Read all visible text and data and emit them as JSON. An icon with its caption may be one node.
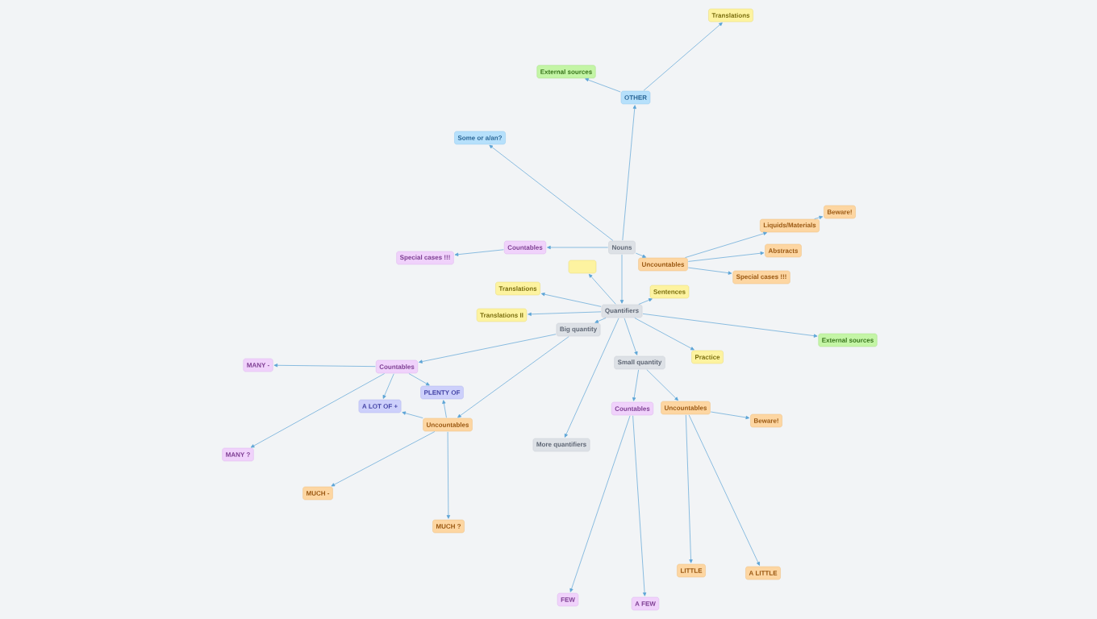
{
  "diagram": {
    "nodes": [
      {
        "text": [
          "Translations"
        ]
      },
      {
        "text": [
          "External sources"
        ]
      },
      {
        "text": [
          "OTHER"
        ]
      },
      {
        "text": [
          "Some or a/an?"
        ]
      },
      {
        "text": [
          "Nouns"
        ]
      },
      {
        "text": [
          "Countables"
        ]
      },
      {
        "text": [
          "Special cases !!!"
        ]
      },
      {
        "text": [
          "Beware!"
        ]
      },
      {
        "text": [
          "Liquids/Materials"
        ]
      },
      {
        "text": [
          "Abstracts"
        ]
      },
      {
        "text": [
          "Uncountables"
        ]
      },
      {
        "text": [
          "Special cases !!!"
        ]
      },
      {
        "text": [],
        "shape": "box"
      },
      {
        "text": [
          "Translations"
        ]
      },
      {
        "text": [
          "Sentences"
        ]
      },
      {
        "text": [
          "Quantifiers"
        ]
      },
      {
        "text": [
          "Translations II"
        ]
      },
      {
        "text": [
          "Big quantity"
        ]
      },
      {
        "text": [
          "External sources"
        ]
      },
      {
        "text": [
          "Practice"
        ]
      },
      {
        "text": [
          "Small quantity"
        ]
      },
      {
        "text": [
          "MANY -"
        ]
      },
      {
        "text": [
          "Countables"
        ]
      },
      {
        "text": [
          "PLENTY OF"
        ]
      },
      {
        "text": [
          "A LOT OF +"
        ]
      },
      {
        "text": [
          "Countables"
        ]
      },
      {
        "text": [
          "Uncountables"
        ]
      },
      {
        "text": [
          "Beware!"
        ]
      },
      {
        "text": [
          "Uncountables"
        ]
      },
      {
        "text": [
          "More quantifiers"
        ]
      },
      {
        "text": [
          "MANY ?"
        ]
      },
      {
        "text": [
          "MUCH -"
        ]
      },
      {
        "text": [
          "MUCH ?"
        ]
      },
      {
        "text": [
          "LITTLE"
        ]
      },
      {
        "text": [
          "A LITTLE"
        ]
      },
      {
        "text": [
          "FEW"
        ]
      },
      {
        "text": [
          "A FEW"
        ]
      }
    ],
    "edges": [
      {
        "from": 2,
        "to": 0,
        "arrow": "to"
      },
      {
        "from": 2,
        "to": 1,
        "arrow": "to"
      },
      {
        "from": 4,
        "to": 2,
        "arrow": "to"
      },
      {
        "from": 4,
        "to": 3,
        "arrow": "to"
      },
      {
        "from": 4,
        "to": 5,
        "arrow": "to"
      },
      {
        "from": 5,
        "to": 6,
        "arrow": "to"
      },
      {
        "from": 4,
        "to": 10,
        "arrow": "to"
      },
      {
        "from": 10,
        "to": 8,
        "arrow": "to"
      },
      {
        "from": 8,
        "to": 7,
        "arrow": "to"
      },
      {
        "from": 10,
        "to": 9,
        "arrow": "to"
      },
      {
        "from": 10,
        "to": 11,
        "arrow": "to"
      },
      {
        "from": 4,
        "to": 15,
        "arrow": "to"
      },
      {
        "from": 15,
        "to": 12,
        "arrow": "to"
      },
      {
        "from": 15,
        "to": 13,
        "arrow": "to"
      },
      {
        "from": 15,
        "to": 14,
        "arrow": "to"
      },
      {
        "from": 15,
        "to": 16,
        "arrow": "to"
      },
      {
        "from": 15,
        "to": 17,
        "arrow": "to"
      },
      {
        "from": 15,
        "to": 18,
        "arrow": "to"
      },
      {
        "from": 15,
        "to": 19,
        "arrow": "to"
      },
      {
        "from": 15,
        "to": 20,
        "arrow": "to"
      },
      {
        "from": 15,
        "to": 29,
        "arrow": "to"
      },
      {
        "from": 17,
        "to": 22,
        "arrow": "to"
      },
      {
        "from": 17,
        "to": 28,
        "arrow": "to"
      },
      {
        "from": 22,
        "to": 21,
        "arrow": "to"
      },
      {
        "from": 22,
        "to": 30,
        "arrow": "to"
      },
      {
        "from": 22,
        "to": 24,
        "arrow": "to"
      },
      {
        "from": 22,
        "to": 23,
        "arrow": "to"
      },
      {
        "from": 28,
        "to": 24,
        "arrow": "to"
      },
      {
        "from": 28,
        "to": 23,
        "arrow": "to"
      },
      {
        "from": 28,
        "to": 31,
        "arrow": "to"
      },
      {
        "from": 28,
        "to": 32,
        "arrow": "to"
      },
      {
        "from": 20,
        "to": 25,
        "arrow": "to"
      },
      {
        "from": 20,
        "to": 26,
        "arrow": "to"
      },
      {
        "from": 25,
        "to": 35,
        "arrow": "to"
      },
      {
        "from": 25,
        "to": 36,
        "arrow": "to"
      },
      {
        "from": 26,
        "to": 27,
        "arrow": "to"
      },
      {
        "from": 26,
        "to": 33,
        "arrow": "to"
      },
      {
        "from": 26,
        "to": 34,
        "arrow": "to"
      }
    ]
  }
}
